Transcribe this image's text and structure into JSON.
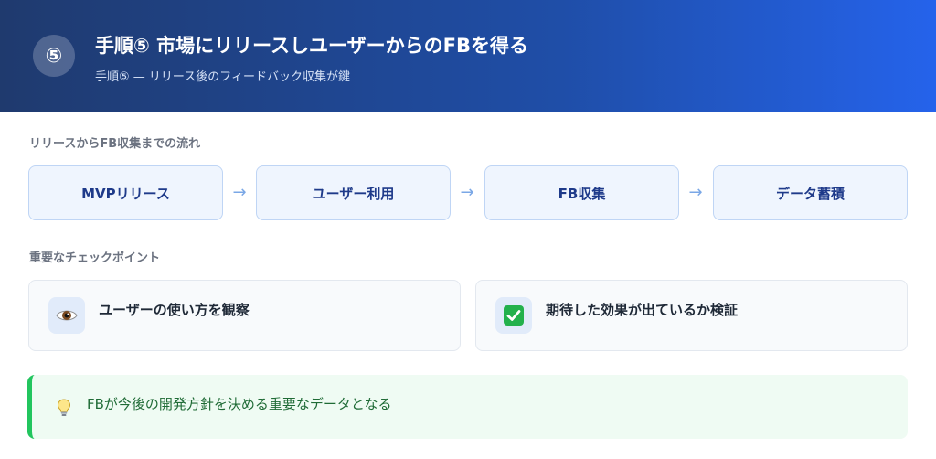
{
  "header": {
    "step_badge": "⑤",
    "title": "手順⑤ 市場にリリースしユーザーからのFBを得る",
    "subtitle": "手順⑤ — リリース後のフィードバック収集が鍵"
  },
  "flow": {
    "title": "リリースからFB収集までの流れ",
    "arrow": "→",
    "steps": [
      {
        "label": "MVPリリース"
      },
      {
        "label": "ユーザー利用"
      },
      {
        "label": "FB収集"
      },
      {
        "label": "データ蓄積"
      }
    ]
  },
  "checkpoints": {
    "title": "重要なチェックポイント",
    "items": [
      {
        "icon": "eye-icon",
        "text": "ユーザーの使い方を観察"
      },
      {
        "icon": "check-mark-icon",
        "text": "期待した効果が出ているか検証"
      }
    ]
  },
  "note": {
    "icon": "lightbulb-icon",
    "text": "FBが今後の開発方針を決める重要なデータとなる",
    "accent_color": "#22c55e"
  },
  "colors": {
    "header_start": "#1f3a6e",
    "header_end": "#2563eb",
    "flow_text": "#1e3a8a",
    "note_text": "#1f6b36"
  }
}
